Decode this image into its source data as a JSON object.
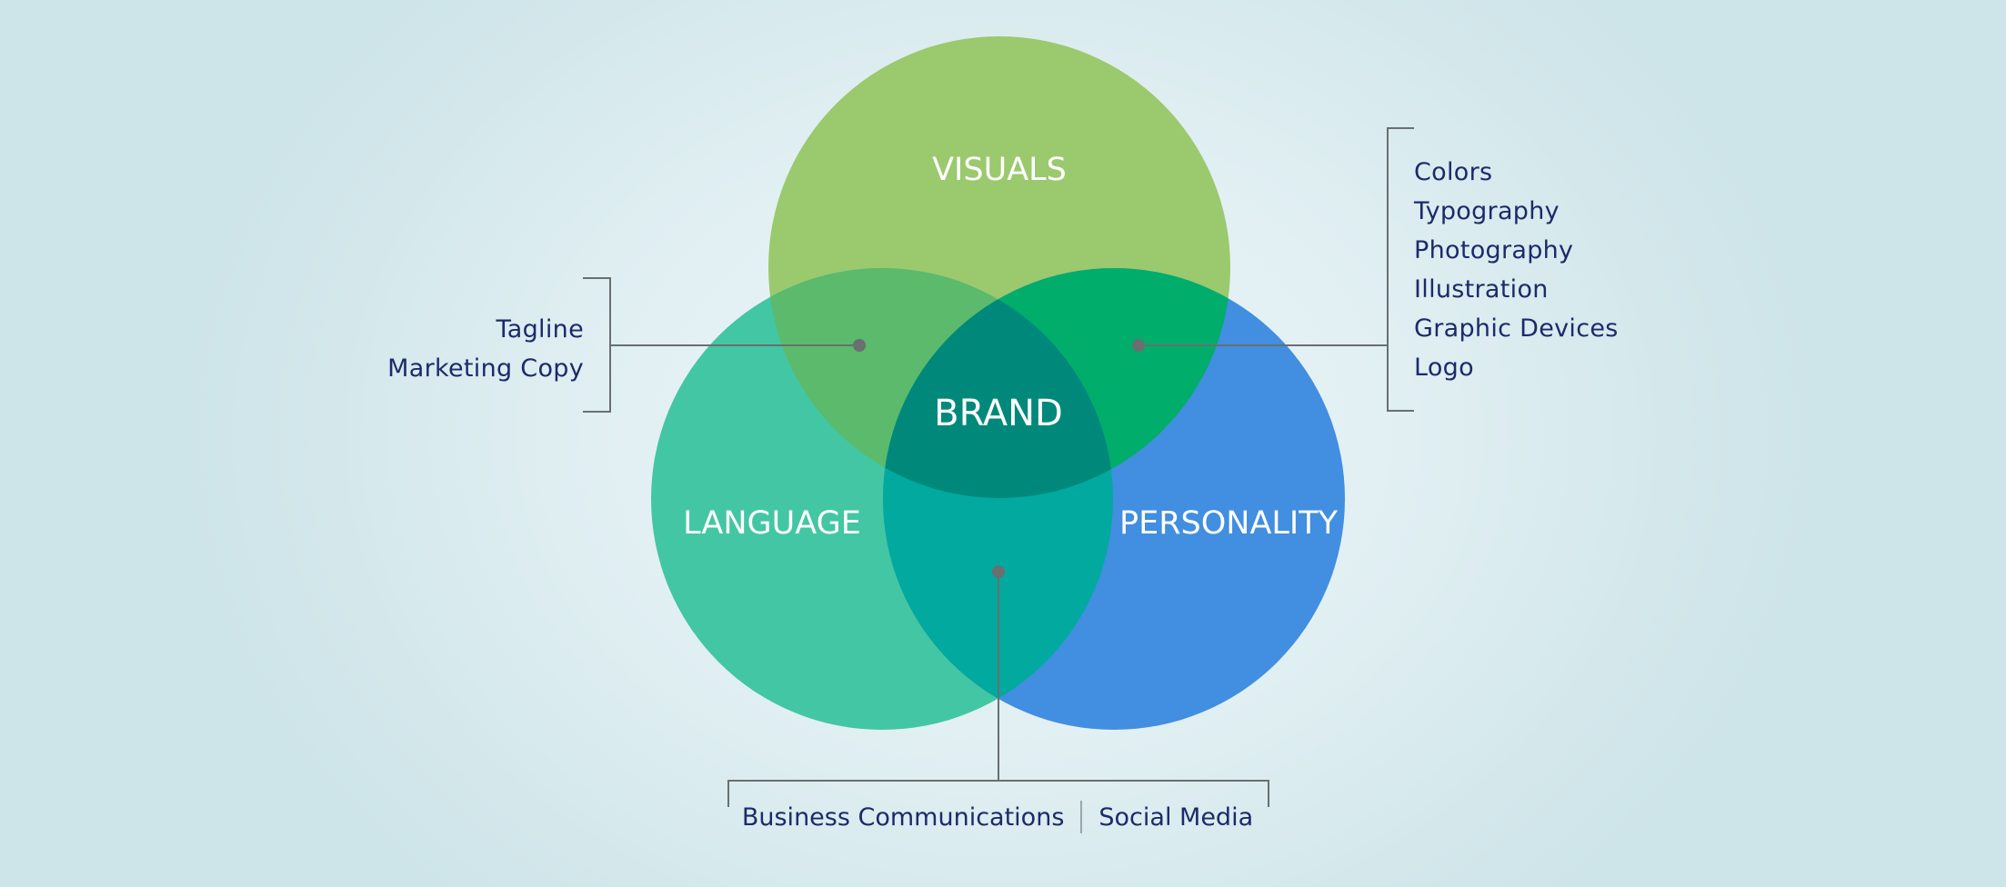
{
  "diagram": {
    "circles": {
      "visuals": {
        "label": "VISUALS",
        "color": "#9bc96e"
      },
      "language": {
        "label": "LANGUAGE",
        "color": "#43c6a3"
      },
      "personality": {
        "label": "PERSONALITY",
        "color": "#428ee0"
      }
    },
    "intersections": {
      "visuals_language": "#5bba6b",
      "visuals_personality": "#00ad6b",
      "language_personality": "#02a99f",
      "center": "#00897b"
    },
    "center_label": "BRAND",
    "left_list": {
      "items": [
        "Tagline",
        "Marketing Copy"
      ]
    },
    "right_list": {
      "items": [
        "Colors",
        "Typography",
        "Photography",
        "Illustration",
        "Graphic Devices",
        "Logo"
      ]
    },
    "bottom_list": {
      "items": [
        "Business Communications",
        "Social Media"
      ]
    },
    "connector_color": "#6a6f70",
    "text_color": "#1c2a6b"
  }
}
